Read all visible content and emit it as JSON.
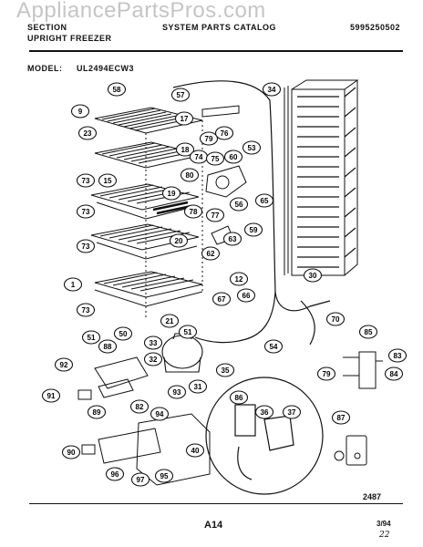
{
  "watermark": "AppliancePartsPros.com",
  "header": {
    "left_line1": "SECTION",
    "left_line2": "UPRIGHT FREEZER",
    "center": "SYSTEM PARTS CATALOG",
    "right": "5995250502"
  },
  "model_label": "MODEL:",
  "model_value": "UL2494ECW3",
  "callouts": [
    "58",
    "57",
    "34",
    "9",
    "17",
    "23",
    "79",
    "76",
    "18",
    "74",
    "75",
    "60",
    "53",
    "73",
    "15",
    "80",
    "19",
    "78",
    "77",
    "56",
    "65",
    "59",
    "73",
    "20",
    "62",
    "63",
    "73",
    "12",
    "30",
    "1",
    "66",
    "67",
    "73",
    "21",
    "51",
    "51",
    "50",
    "54",
    "70",
    "85",
    "33",
    "88",
    "83",
    "92",
    "32",
    "35",
    "79",
    "84",
    "31",
    "93",
    "91",
    "86",
    "36",
    "37",
    "82",
    "89",
    "94",
    "87",
    "90",
    "40",
    "96",
    "97",
    "95"
  ],
  "ref_number": "2487",
  "page_number": "A14",
  "date_code": "3/94",
  "handwritten_mark": "22"
}
